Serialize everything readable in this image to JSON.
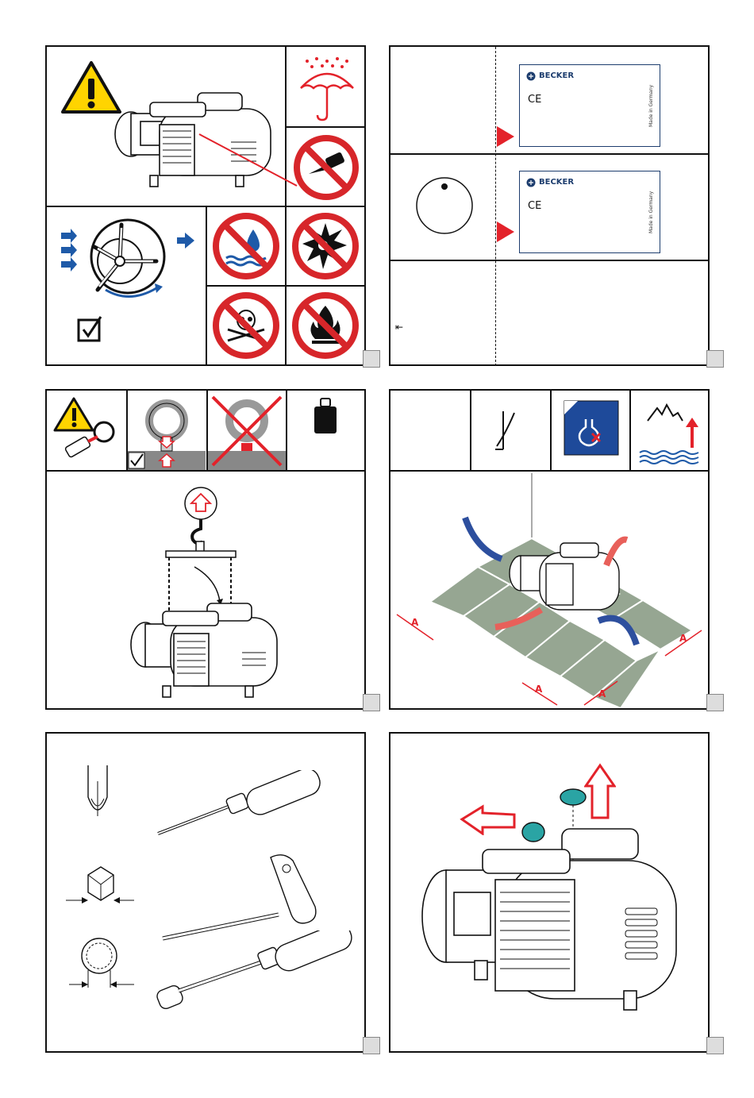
{
  "nameplate_top": {
    "brand": "BECKER",
    "mark": "CE",
    "origin": "Made in Germany"
  },
  "nameplate_bottom": {
    "brand": "BECKER",
    "mark": "CE",
    "origin": "Made in Germany"
  },
  "clearance_label": "A",
  "clearance_labels": [
    "A",
    "A",
    "A",
    "A"
  ],
  "left_arrow_symbol": "⇤",
  "colors": {
    "warning_yellow": "#ffd400",
    "prohibit_red": "#d7262a",
    "water_blue": "#1e5aa8",
    "arrow_blue": "#1a3c8c",
    "floor_green": "#96a692",
    "highlight_red": "#e3222a",
    "cap_teal": "#2aa4a4",
    "pagebox_gray": "#dddddd"
  }
}
